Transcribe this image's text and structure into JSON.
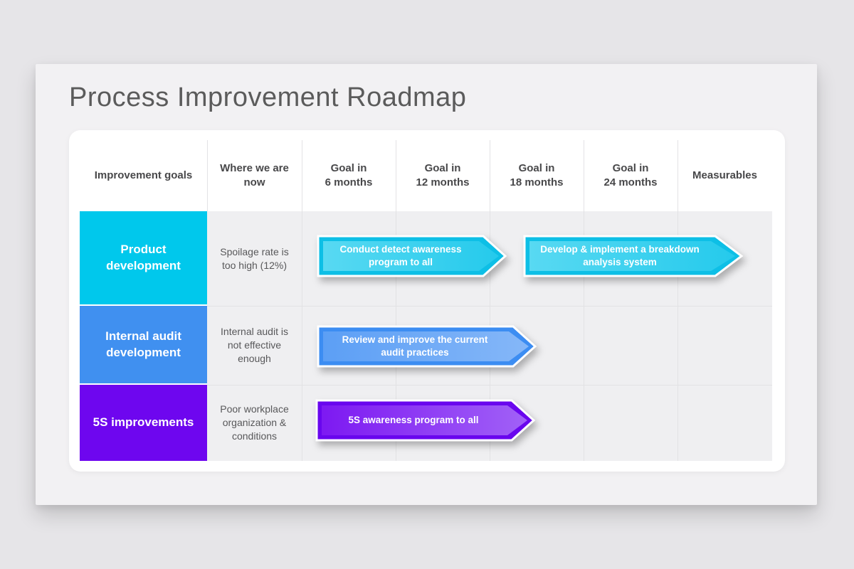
{
  "page": {
    "title": "Process Improvement Roadmap"
  },
  "colors": {
    "page_background": "#e6e5e8",
    "slide_background": "#f2f1f3",
    "table_background": "#ffffff",
    "cell_background": "#efeff1",
    "row1_accent": "#00c8ec",
    "row2_accent": "#4090f0",
    "row3_accent": "#6e06ef",
    "header_text": "#48484a",
    "body_text": "#58585a",
    "title_text": "#5b5b5b"
  },
  "table": {
    "headers": [
      "Improvement goals",
      "Where we are\nnow",
      "Goal in\n6 months",
      "Goal in\n12 months",
      "Goal in\n18 months",
      "Goal in\n24 months",
      "Measurables"
    ],
    "rows": [
      {
        "goal": "Product\ndevelopment",
        "now": "Spoilage rate is\ntoo high (12%)",
        "arrow1": "Conduct detect awareness\nprogram to all",
        "arrow2": "Develop & implement a breakdown\nanalysis system"
      },
      {
        "goal": "Internal audit\ndevelopment",
        "now": "Internal audit is\nnot effective\nenough",
        "arrow1": "Review and improve the current\naudit practices"
      },
      {
        "goal": "5S improvements",
        "now": "Poor workplace\norganization &\nconditions",
        "arrow1": "5S awareness program to all"
      }
    ]
  }
}
